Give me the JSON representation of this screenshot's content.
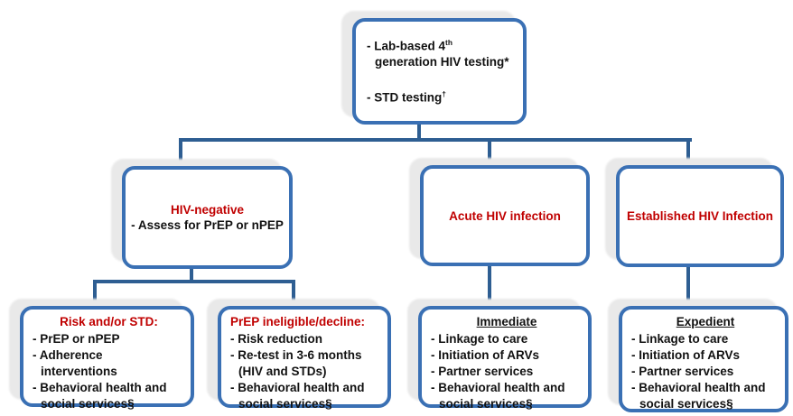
{
  "palette": {
    "box_border_blue": "#3a70b4",
    "connector_blue": "#2e5e92",
    "heading_red": "#c00000",
    "text_black": "#111111",
    "shadow_gray": "#e9e9e9"
  },
  "root_box": {
    "bullet1": "- Lab-based 4",
    "bullet1_sup": "th",
    "bullet1_wrap": "generation HIV testing*",
    "bullet2": "- STD testing",
    "bullet2_sup": "†"
  },
  "level2": {
    "hiv_negative": {
      "heading": "HIV-negative",
      "subline": "- Assess for PrEP or nPEP"
    },
    "acute": {
      "heading": "Acute HIV infection"
    },
    "established": {
      "heading": "Established HIV Infection"
    }
  },
  "level3": {
    "risk_std": {
      "heading": "Risk and/or STD:",
      "lines": [
        "- PrEP or nPEP",
        "- Adherence",
        "interventions",
        "- Behavioral health and",
        "social services§"
      ]
    },
    "prep_ineligible": {
      "heading": "PrEP ineligible/decline:",
      "lines": [
        "- Risk reduction",
        "- Re-test in 3-6 months",
        "(HIV and STDs)",
        "- Behavioral health and",
        "social services§"
      ]
    },
    "immediate": {
      "heading": "Immediate",
      "lines": [
        "- Linkage to care",
        "- Initiation of ARVs",
        "- Partner services",
        "- Behavioral health and",
        "social services§"
      ]
    },
    "expedient": {
      "heading": "Expedient",
      "lines": [
        "- Linkage to care",
        "- Initiation of ARVs",
        "- Partner services",
        "- Behavioral health and",
        "social services§"
      ]
    }
  }
}
